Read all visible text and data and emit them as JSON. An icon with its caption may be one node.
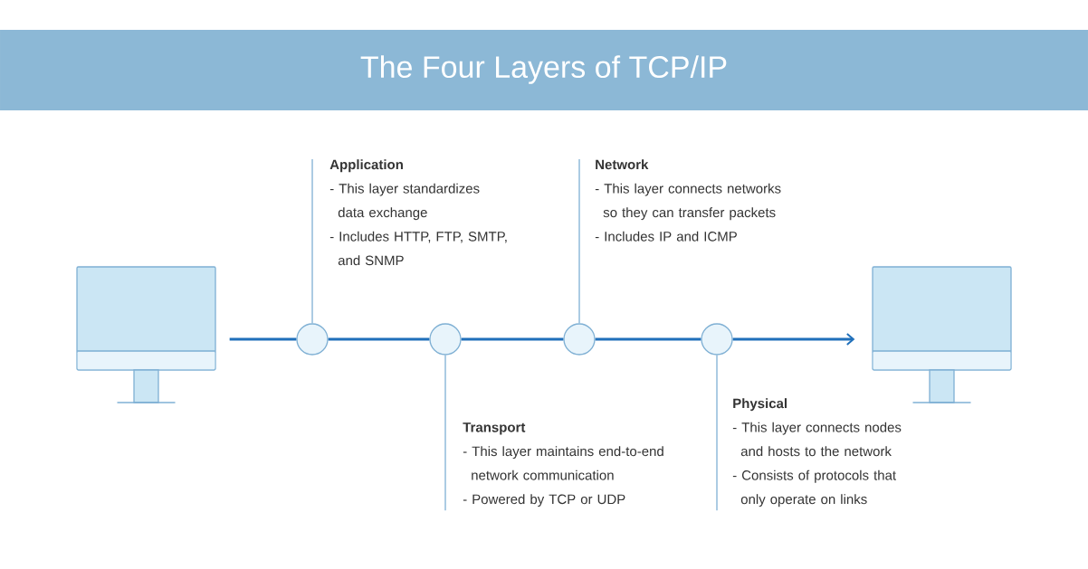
{
  "diagram": {
    "title": "The Four Layers of TCP/IP",
    "nodes": [
      {
        "text": [],
        "shape": "picture"
      },
      {
        "text": [],
        "shape": "circle"
      },
      {
        "text": [],
        "shape": "circle"
      },
      {
        "text": [],
        "shape": "circle"
      },
      {
        "text": [],
        "shape": "circle"
      },
      {
        "text": [],
        "shape": "picture"
      },
      {
        "text": [
          "Application",
          "- This layer standardizes data exchange",
          "- Includes HTTP, FTP, SMTP, and SNMP"
        ]
      },
      {
        "text": [
          "Transport",
          "- This layer maintains end-to-end network communication",
          "- Powered by TCP or UDP"
        ]
      },
      {
        "text": [
          "Network",
          "- This layer connects networks so they can transfer packets",
          "- Includes IP and ICMP"
        ]
      },
      {
        "text": [
          "Physical",
          "- This layer connects nodes and hosts to the network",
          "- Consists of protocols that only operate on links"
        ]
      }
    ],
    "edges": [
      {
        "from": 0,
        "to": 1,
        "arrow": "none"
      },
      {
        "from": 1,
        "to": 2,
        "arrow": "none"
      },
      {
        "from": 2,
        "to": 3,
        "arrow": "none"
      },
      {
        "from": 3,
        "to": 4,
        "arrow": "none"
      },
      {
        "from": 4,
        "to": 5,
        "arrow": "to"
      },
      {
        "from": 6,
        "to": 1,
        "arrow": "none",
        "color": "#7fb0d4"
      },
      {
        "from": 7,
        "to": 2,
        "arrow": "none",
        "color": "#7fb0d4"
      },
      {
        "from": 8,
        "to": 3,
        "arrow": "none",
        "color": "#7fb0d4"
      },
      {
        "from": 9,
        "to": 4,
        "arrow": "none",
        "color": "#7fb0d4"
      }
    ]
  }
}
